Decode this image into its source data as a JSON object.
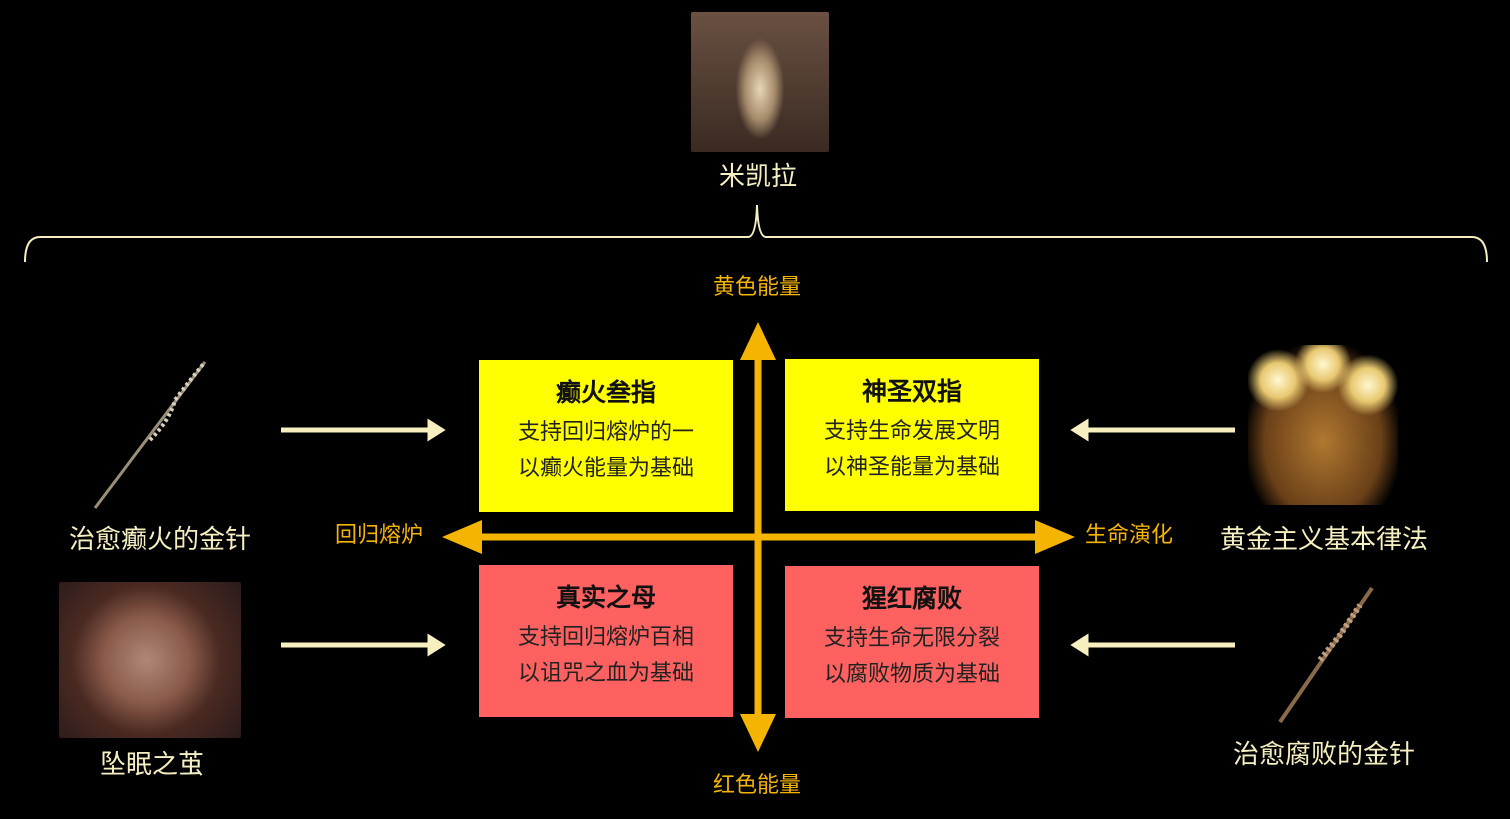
{
  "top": {
    "label": "米凯拉"
  },
  "axes": {
    "up": "黄色能量",
    "down": "红色能量",
    "left": "回归熔炉",
    "right": "生命演化"
  },
  "quadrants": [
    {
      "title": "癫火叁指",
      "line1": "支持回归熔炉的一",
      "line2": "以癫火能量为基础",
      "color": "#ffff00"
    },
    {
      "title": "神圣双指",
      "line1": "支持生命发展文明",
      "line2": "以神圣能量为基础",
      "color": "#ffff00"
    },
    {
      "title": "真实之母",
      "line1": "支持回归熔炉百相",
      "line2": "以诅咒之血为基础",
      "color": "#ff6060"
    },
    {
      "title": "猩红腐败",
      "line1": "支持生命无限分裂",
      "line2": "以腐败物质为基础",
      "color": "#ff6060"
    }
  ],
  "items": {
    "left_top": "治愈癫火的金针",
    "left_bottom": "坠眠之茧",
    "right_top": "黄金主义基本律法",
    "right_bottom": "治愈腐败的金针"
  },
  "colors": {
    "axis": "#f5b400",
    "text": "#f6efc2"
  }
}
